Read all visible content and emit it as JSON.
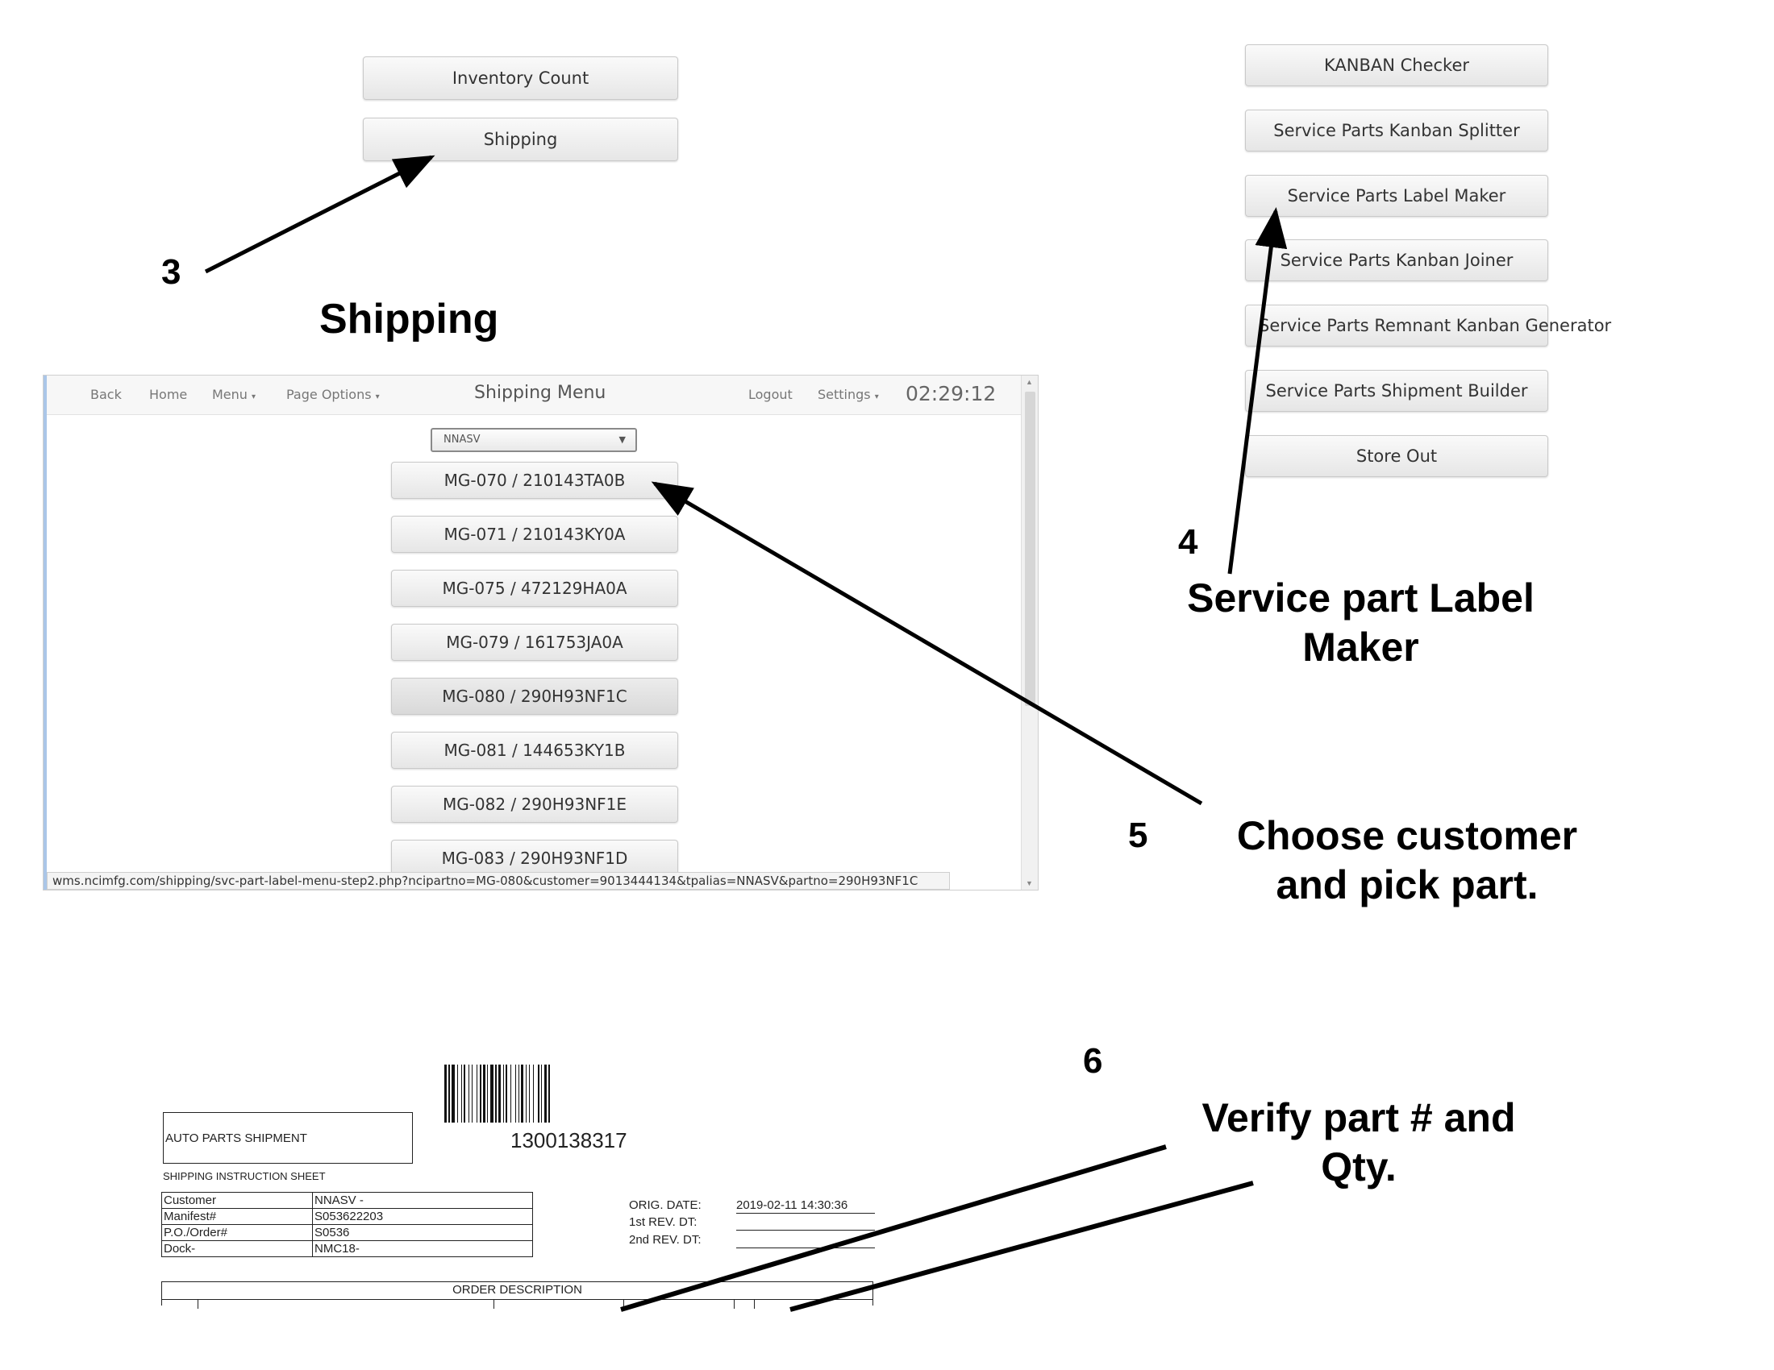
{
  "shipping_menu_buttons": [
    "Inventory Count",
    "Shipping"
  ],
  "tools_menu_buttons": [
    "KANBAN Checker",
    "Service Parts Kanban Splitter",
    "Service Parts Label Maker",
    "Service Parts Kanban Joiner",
    "Service Parts Remnant Kanban Generator",
    "Service Parts Shipment Builder",
    "Store Out"
  ],
  "annotations": {
    "step3_num": "3",
    "step3_text": "Shipping",
    "step4_num": "4",
    "step4_line1": "Service part Label",
    "step4_line2": "Maker",
    "step5_num": "5",
    "step5_line1": "Choose customer",
    "step5_line2": "and pick part.",
    "step6_num": "6",
    "step6_line1": "Verify part # and",
    "step6_line2": "Qty."
  },
  "browser": {
    "nav": {
      "back": "Back",
      "home": "Home",
      "menu": "Menu",
      "page_options": "Page Options",
      "title": "Shipping Menu",
      "logout": "Logout",
      "settings": "Settings",
      "clock": "02:29:12"
    },
    "customer_select": "NNASV",
    "parts": [
      "MG-070 / 210143TA0B",
      "MG-071 / 210143KY0A",
      "MG-075 / 472129HA0A",
      "MG-079 / 161753JA0A",
      "MG-080 / 290H93NF1C",
      "MG-081 / 144653KY1B",
      "MG-082 / 290H93NF1E",
      "MG-083 / 290H93NF1D"
    ],
    "status_url": "wms.ncimfg.com/shipping/svc-part-label-menu-step2.php?ncipartno=MG-080&customer=9013444134&tpalias=NNASV&partno=290H93NF1C"
  },
  "sheet": {
    "title": "AUTO PARTS SHIPMENT",
    "barcode_number": "1300138317",
    "subtitle": "SHIPPING INSTRUCTION SHEET",
    "info": [
      {
        "key": "Customer",
        "value": "NNASV -"
      },
      {
        "key": "Manifest#",
        "value": "S053622203"
      },
      {
        "key": "P.O./Order#",
        "value": "S0536"
      },
      {
        "key": "Dock-",
        "value": "NMC18-"
      }
    ],
    "orig_date_label": "ORIG. DATE:",
    "orig_date_value": "2019-02-11 14:30:36",
    "rev1_label": "1st REV. DT:",
    "rev2_label": "2nd REV. DT:",
    "order_description": "ORDER DESCRIPTION"
  }
}
